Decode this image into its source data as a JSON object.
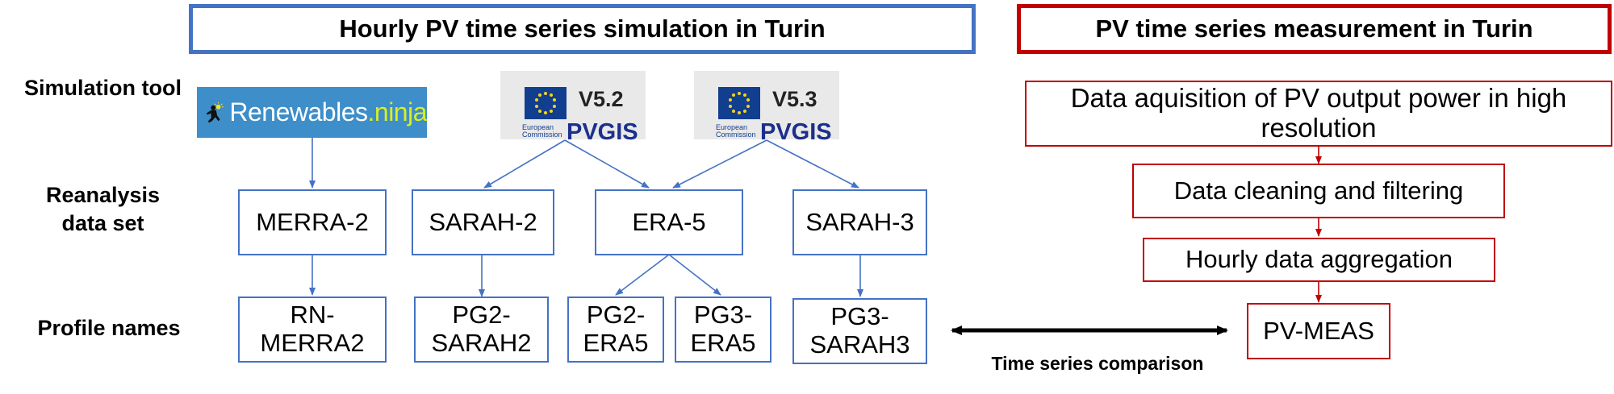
{
  "headers": {
    "simulation": "Hourly PV time series simulation in Turin",
    "measurement": "PV time series measurement in Turin"
  },
  "row_labels": {
    "simulation_tool": "Simulation tool",
    "reanalysis": "Reanalysis data set",
    "profile_names": "Profile names"
  },
  "tools": {
    "renewables_ninja": {
      "name": "Renewables",
      "suffix": ".ninja"
    },
    "pvgis_52": {
      "version": "V5.2",
      "name": "PVGIS",
      "caption": "European Commission"
    },
    "pvgis_53": {
      "version": "V5.3",
      "name": "PVGIS",
      "caption": "European Commission"
    }
  },
  "datasets": [
    "MERRA-2",
    "SARAH-2",
    "ERA-5",
    "SARAH-3"
  ],
  "profiles": [
    "RN-MERRA2",
    "PG2-SARAH2",
    "PG2-ERA5",
    "PG3-ERA5",
    "PG3-SARAH3"
  ],
  "measurement_steps": [
    "Data aquisition of PV output power in high resolution",
    "Data cleaning and filtering",
    "Hourly data aggregation",
    "PV-MEAS"
  ],
  "comparison_label": "Time series comparison",
  "colors": {
    "sim_border": "#4472c4",
    "meas_border": "#c00000",
    "arrow": "#000000"
  }
}
